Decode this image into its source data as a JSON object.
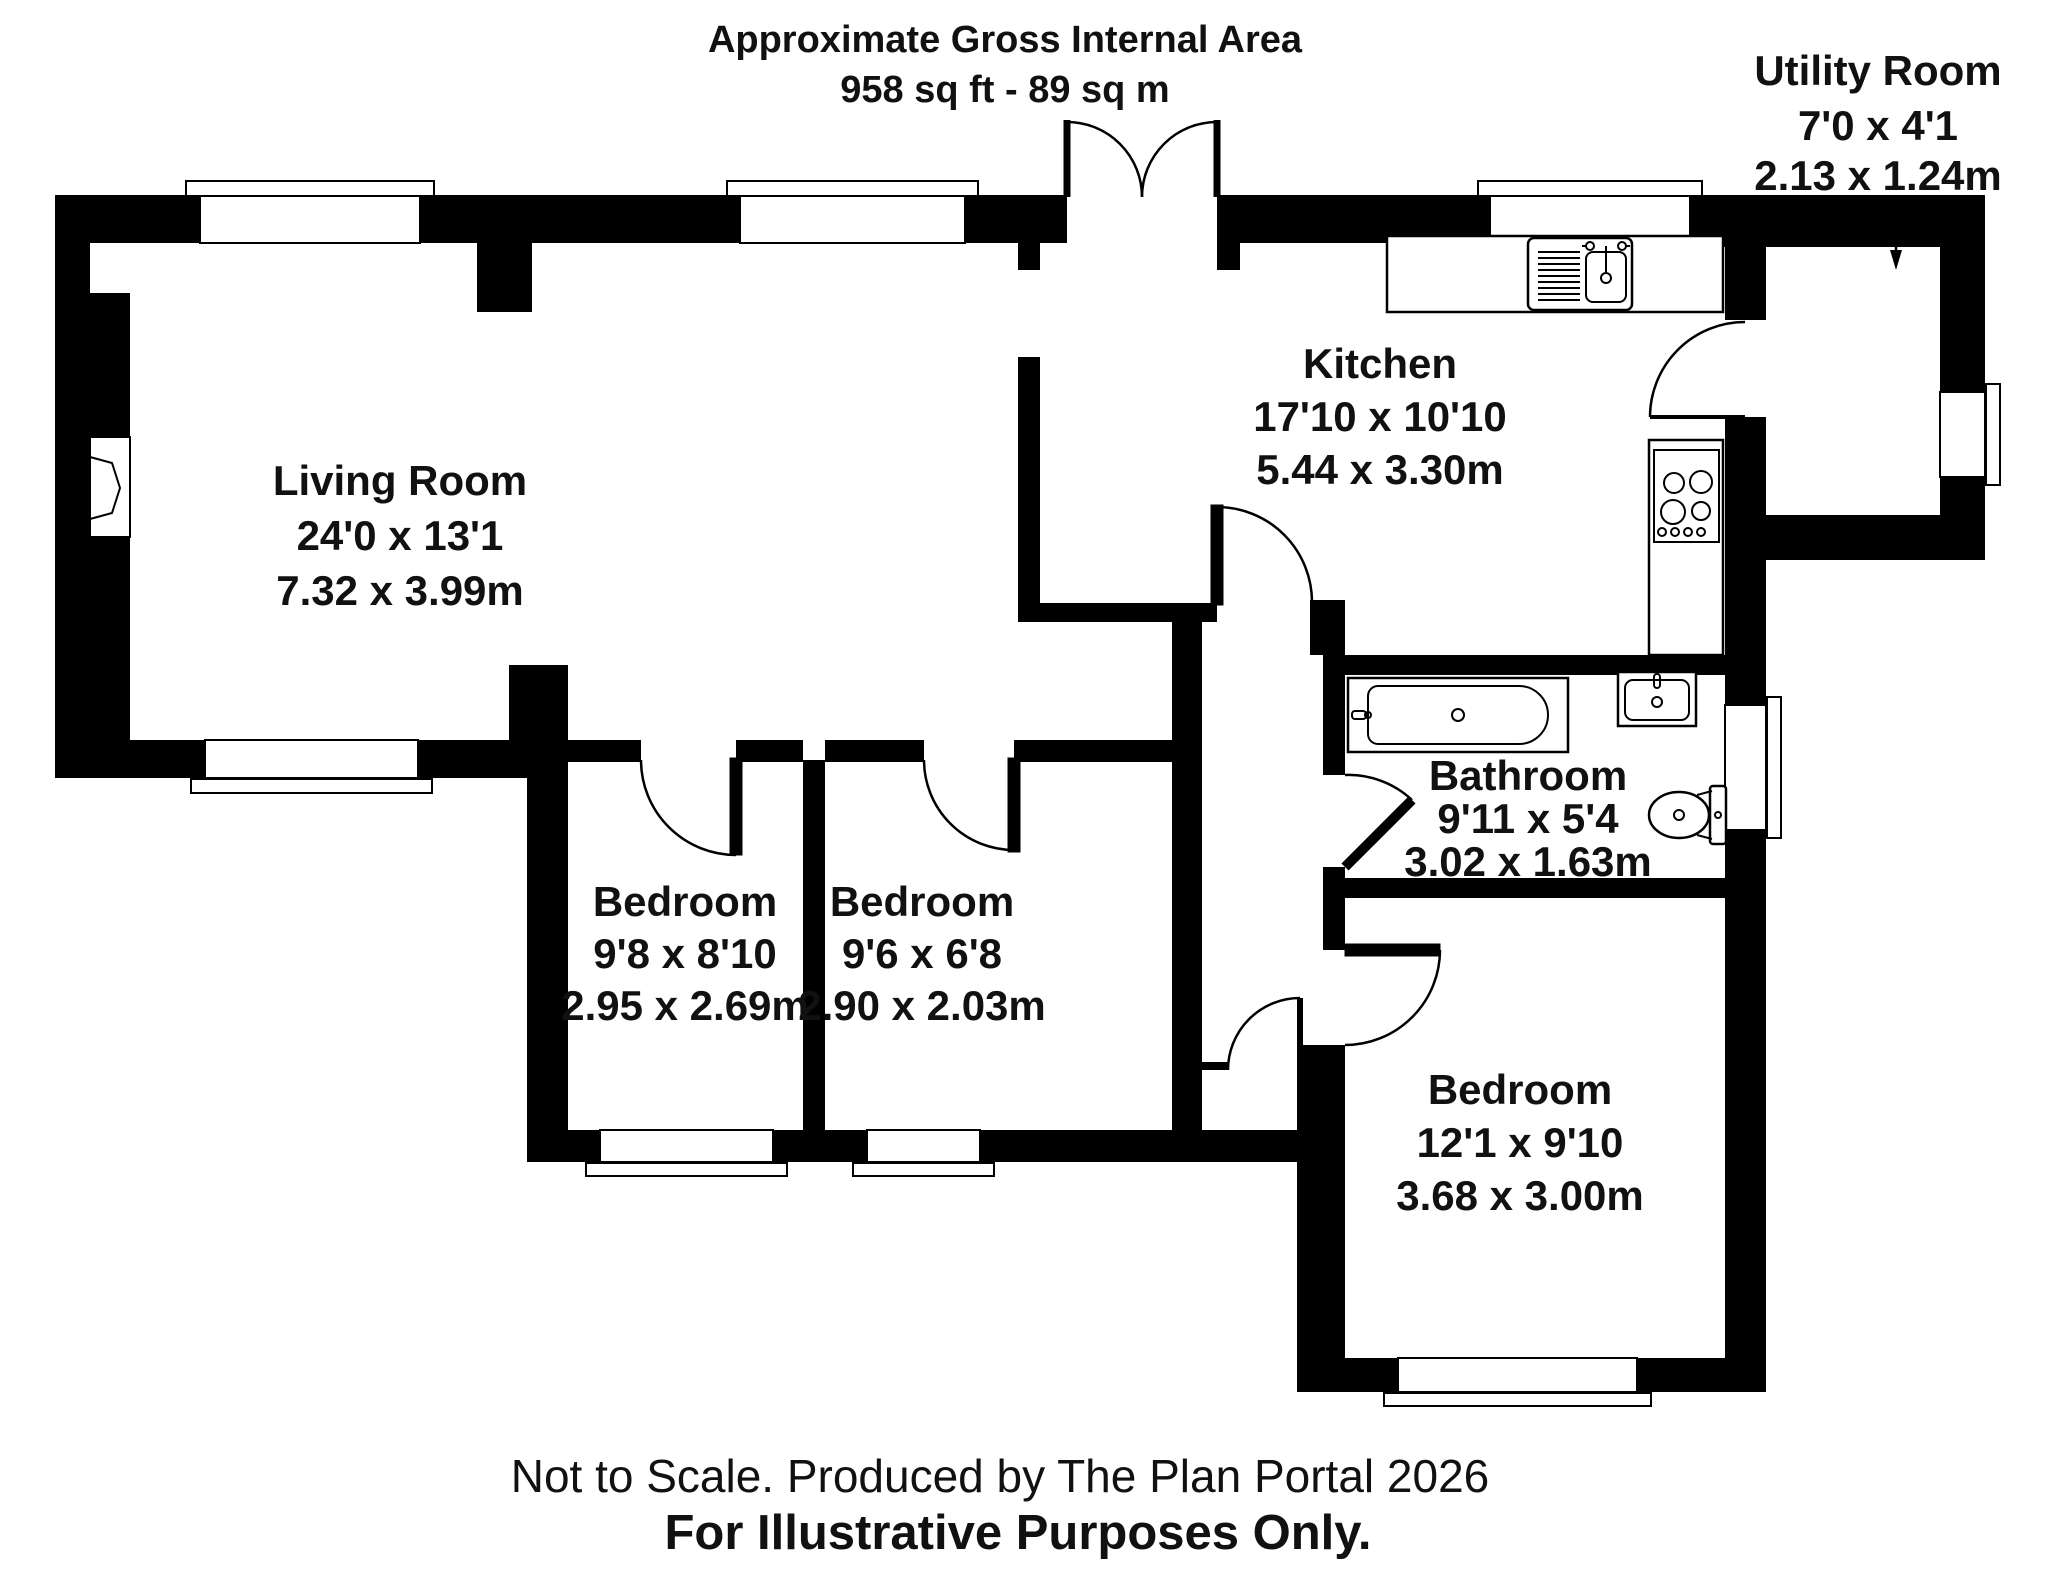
{
  "title": {
    "line1": "Approximate Gross Internal Area",
    "line2": "958 sq ft - 89 sq m"
  },
  "rooms": {
    "living_room": {
      "name": "Living Room",
      "imperial": "24'0 x 13'1",
      "metric": "7.32 x 3.99m"
    },
    "kitchen": {
      "name": "Kitchen",
      "imperial": "17'10 x 10'10",
      "metric": "5.44 x 3.30m"
    },
    "utility_room": {
      "name": "Utility Room",
      "imperial": "7'0 x 4'1",
      "metric": "2.13 x 1.24m"
    },
    "bathroom": {
      "name": "Bathroom",
      "imperial": "9'11 x 5'4",
      "metric": "3.02 x 1.63m"
    },
    "bedroom_1": {
      "name": "Bedroom",
      "imperial": "9'8 x 8'10",
      "metric": "2.95 x 2.69m"
    },
    "bedroom_2": {
      "name": "Bedroom",
      "imperial": "9'6 x 6'8",
      "metric": "2.90 x 2.03m"
    },
    "bedroom_3": {
      "name": "Bedroom",
      "imperial": "12'1 x 9'10",
      "metric": "3.68 x 3.00m"
    }
  },
  "footer": {
    "line1": "Not to Scale. Produced by The Plan Portal 2026",
    "line2": "For Illustrative Purposes Only."
  },
  "colors": {
    "wall": "#000000",
    "background": "#ffffff",
    "text": "#111111"
  },
  "icons": {
    "bath": "bath-icon",
    "toilet": "toilet-icon",
    "basin": "basin-icon",
    "kitchen_sink": "kitchen-sink-icon",
    "hob": "hob-icon",
    "leader_arrow": "down-arrow-icon"
  }
}
